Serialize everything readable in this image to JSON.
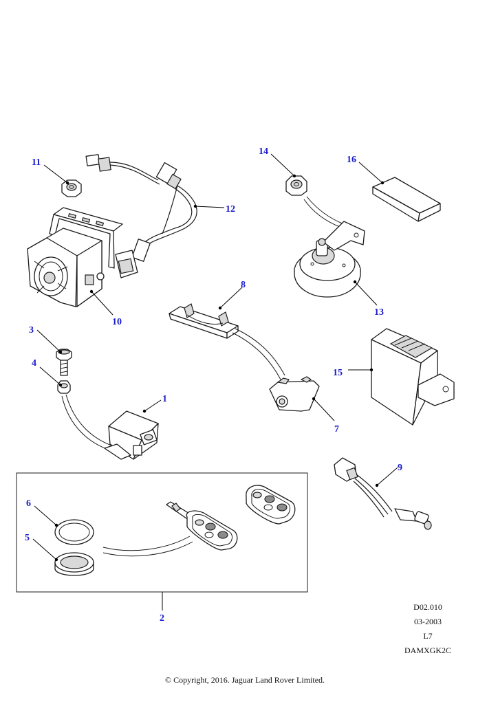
{
  "callouts": {
    "c1": "1",
    "c2": "2",
    "c3": "3",
    "c4": "4",
    "c5": "5",
    "c6": "6",
    "c7": "7",
    "c8": "8",
    "c9": "9",
    "c10": "10",
    "c11": "11",
    "c12": "12",
    "c13": "13",
    "c14": "14",
    "c15": "15",
    "c16": "16"
  },
  "reference": {
    "line1": "D02.010",
    "line2": "03-2003",
    "line3": "L7",
    "line4": "DAMXGK2C"
  },
  "footer": {
    "copyright": "© Copyright, 2016. Jaguar Land Rover Limited."
  },
  "colors": {
    "callout": "#1a1acc",
    "line": "#1a1a1a"
  }
}
